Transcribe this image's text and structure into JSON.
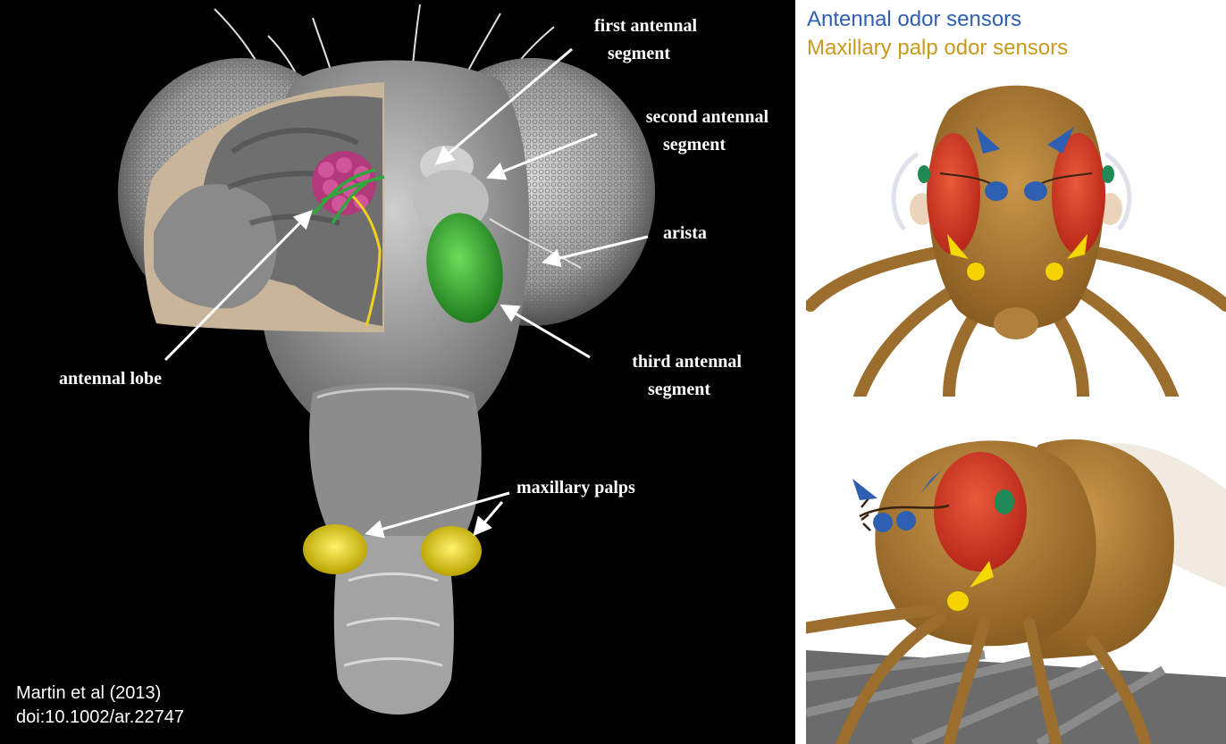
{
  "labels": {
    "first_antennal_line1": "first antennal",
    "first_antennal_line2": "segment",
    "second_antennal_line1": "second antennal",
    "second_antennal_line2": "segment",
    "arista": "arista",
    "third_antennal_line1": "third antennal",
    "third_antennal_line2": "segment",
    "antennal_lobe": "antennal lobe",
    "maxillary_palps": "maxillary palps"
  },
  "credit": {
    "line1": "Martin et al (2013)",
    "line2": "doi:10.1002/ar.22747"
  },
  "legend": {
    "antennal": "Antennal odor sensors",
    "palp": "Maxillary palp odor sensors"
  },
  "colors": {
    "antennal_sensor": "#2f5fb0",
    "palp_sensor": "#c99a1d",
    "arrow_blue": "#2f5fb0",
    "arrow_yellow": "#f5d800",
    "fly_body": "#a87a2e",
    "fly_eye": "#d13a22",
    "antenna_segment_highlight": "#2fa82f",
    "palp_highlight": "#e6d21a",
    "glomeruli": "#c23a88",
    "background_left": "#000000",
    "background_right": "#ffffff"
  }
}
